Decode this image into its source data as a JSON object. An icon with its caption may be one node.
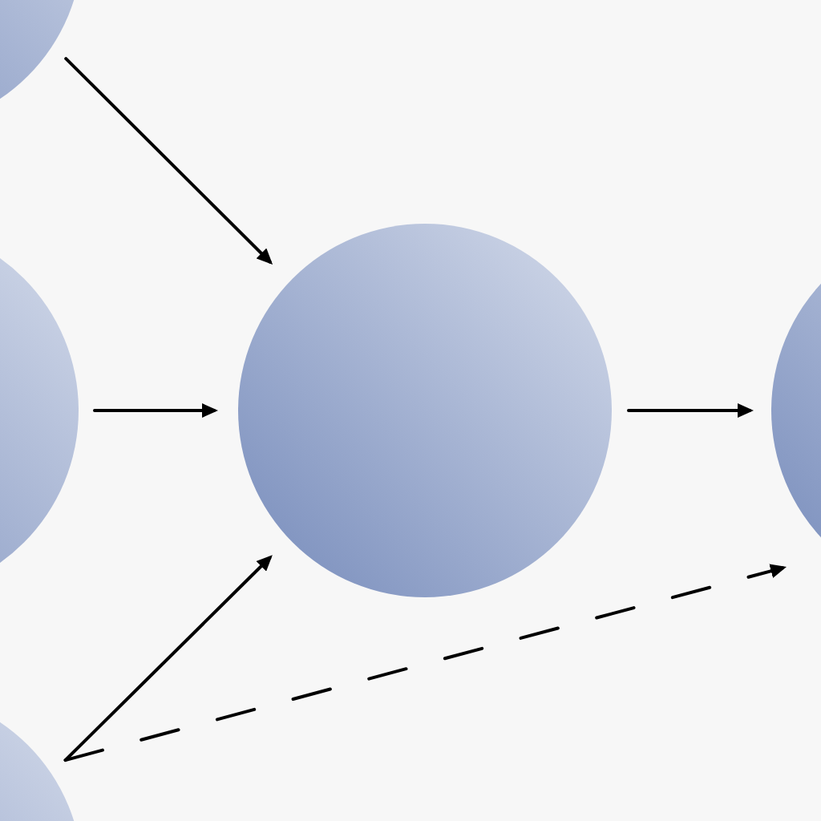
{
  "diagram": {
    "nodes": [
      {
        "text": [],
        "shape": "circle"
      },
      {
        "text": [],
        "shape": "circle"
      },
      {
        "text": [],
        "shape": "circle"
      },
      {
        "text": [],
        "shape": "circle"
      },
      {
        "text": [],
        "shape": "circle"
      }
    ],
    "edges": [
      {
        "from": 0,
        "to": 3,
        "arrow": "to"
      },
      {
        "from": 1,
        "to": 3,
        "arrow": "to"
      },
      {
        "from": 2,
        "to": 3,
        "arrow": "to"
      },
      {
        "from": 3,
        "to": 4,
        "arrow": "to"
      },
      {
        "from": 2,
        "to": 4,
        "arrow": "to",
        "style": "dashed"
      }
    ]
  }
}
